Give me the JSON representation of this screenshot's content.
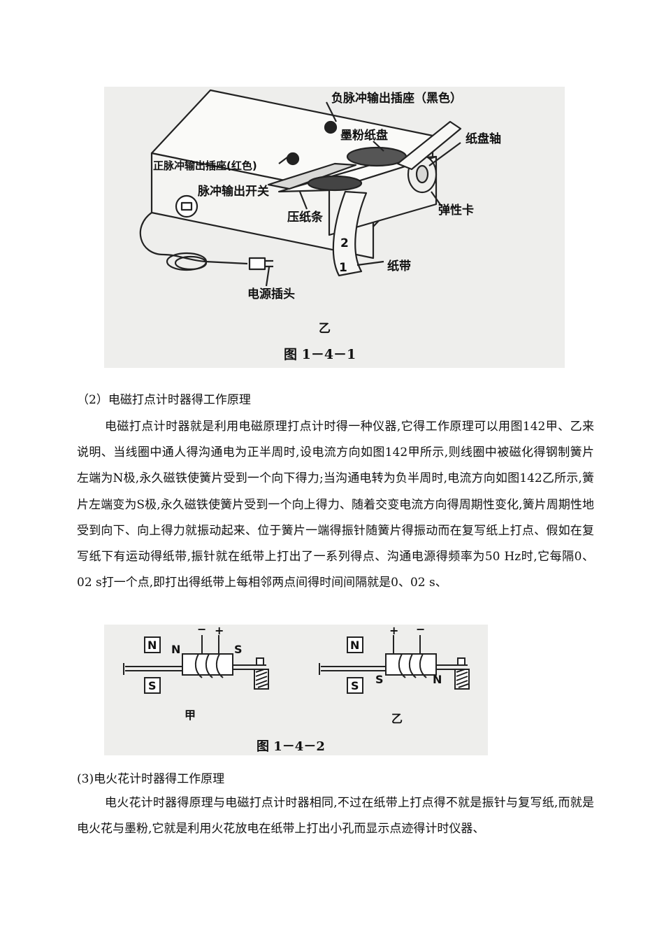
{
  "figure1": {
    "labels": {
      "neg_socket": "负脉冲输出插座（黑色）",
      "toner_disc": "墨粉纸盘",
      "disc_shaft": "纸盘轴",
      "pos_socket": "正脉冲输出插座(红色)",
      "pulse_switch": "脉冲输出开关",
      "press_strip": "压纸条",
      "elastic_clip": "弹性卡",
      "tape_mark_2": "2",
      "tape_mark_1": "1",
      "paper_tape": "纸带",
      "power_plug": "电源插头",
      "variant": "乙"
    },
    "caption": "图 1－4－1"
  },
  "section2": {
    "heading": "（2）电磁打点计时器得工作原理",
    "paragraph": "电磁打点计时器就是利用电磁原理打点计时得一种仪器,它得工作原理可以用图142甲、乙来说明、当线圈中通人得沟通电为正半周时,设电流方向如图142甲所示,则线圈中被磁化得钢制簧片左端为N极,永久磁铁使簧片受到一个向下得力;当沟通电转为负半周时,电流方向如图142乙所示,簧片左端变为S极,永久磁铁使簧片受到一个向上得力、随着交变电流方向得周期性变化,簧片周期性地受到向下、向上得力就振动起来、位于簧片一端得振针随簧片得振动而在复写纸上打点、假如在复写纸下有运动得纸带,振针就在纸带上打出了一系列得点、沟通电源得频率为50 Hz时,它每隔0、02 s打一个点,即打出得纸带上每相邻两点间得时间间隔就是0、02 s、"
  },
  "figure2": {
    "left": {
      "magnet_top": "N",
      "magnet_bottom": "S",
      "reed_left": "N",
      "reed_right": "S",
      "terminal_left": "−",
      "terminal_right": "+",
      "name": "甲"
    },
    "right": {
      "magnet_top": "N",
      "magnet_bottom": "S",
      "reed_left": "S",
      "reed_right": "N",
      "terminal_left": "+",
      "terminal_right": "−",
      "name": "乙"
    },
    "caption": "图 1－4－2"
  },
  "section3": {
    "heading": "(3)电火花计时器得工作原理",
    "paragraph": "电火花计时器得原理与电磁打点计时器相同,不过在纸带上打点得不就是振针与复写纸,而就是电火花与墨粉,它就是利用火花放电在纸带上打出小孔而显示点迹得计时仪器、"
  }
}
